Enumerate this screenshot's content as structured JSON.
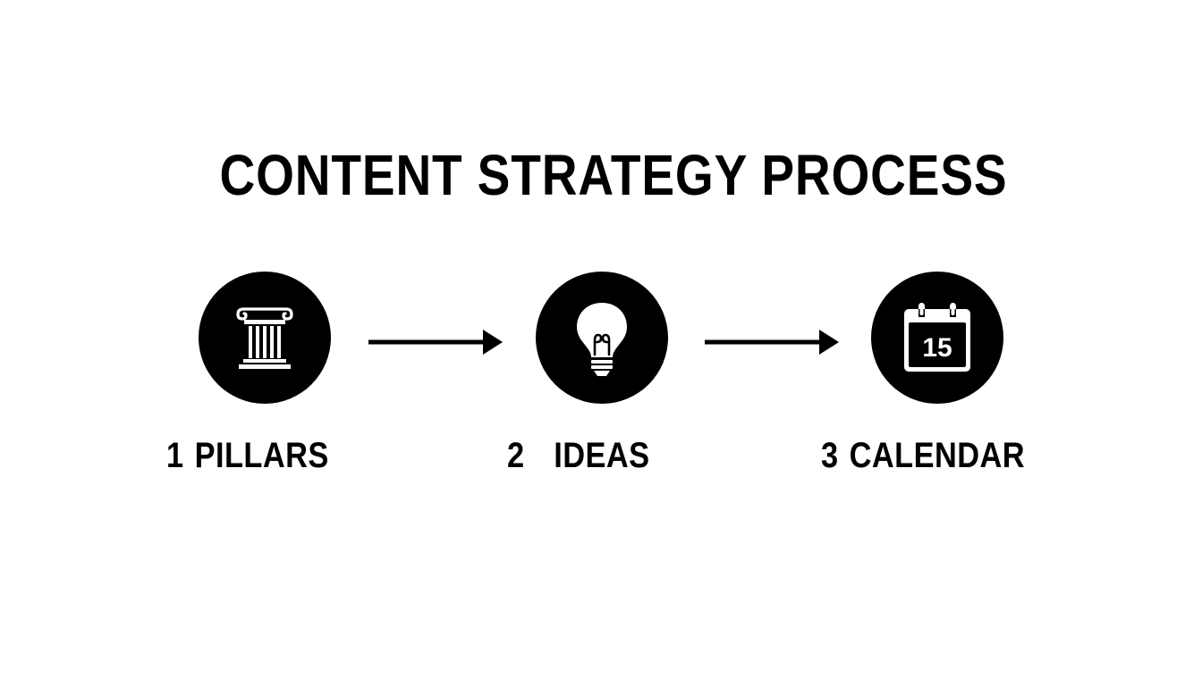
{
  "title": "CONTENT STRATEGY PROCESS",
  "colors": {
    "background": "#ffffff",
    "foreground": "#000000"
  },
  "steps": [
    {
      "number": "1",
      "label": "PILLARS",
      "icon": "column-icon"
    },
    {
      "number": "2",
      "label": "IDEAS",
      "icon": "lightbulb-icon"
    },
    {
      "number": "3",
      "label": "CALENDAR",
      "icon": "calendar-icon",
      "icon_text": "15"
    }
  ]
}
